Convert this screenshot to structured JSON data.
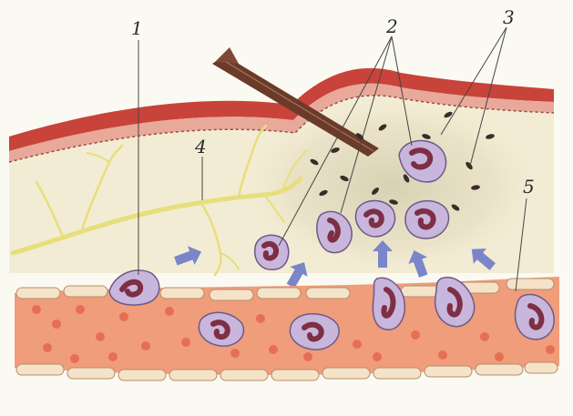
{
  "figure": {
    "callouts": [
      "1",
      "2",
      "3",
      "4",
      "5"
    ],
    "colors": {
      "background": "#fbfaf2",
      "skin_outer": "#c8433a",
      "skin_band": "#e8a89a",
      "dermis": "#f3ecd4",
      "nerve": "#e7de7c",
      "splinter": "#6b3b2a",
      "cell_body": "#c9b6dc",
      "cell_nucleus": "#7d2f44",
      "blood_plasma": "#ef9d7a",
      "red_cell": "#e5674c",
      "endothelium": "#f4e3c8",
      "arrow": "#7a86c9",
      "leader_line": "#444444"
    }
  }
}
